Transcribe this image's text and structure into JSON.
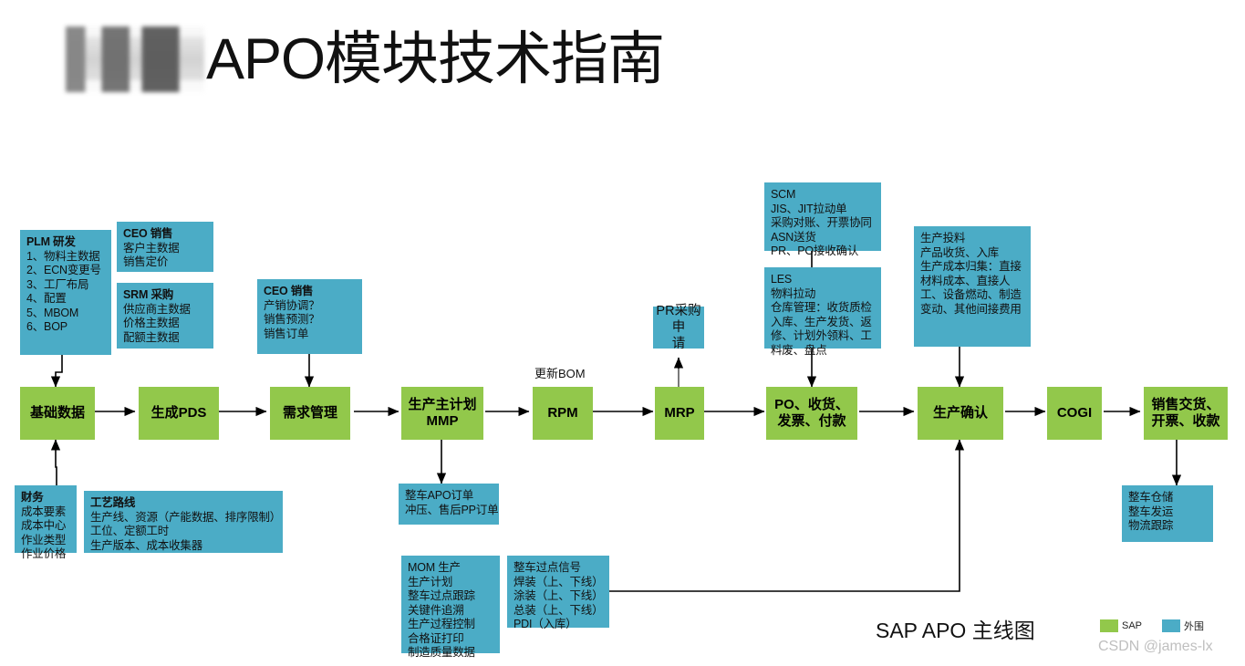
{
  "title": {
    "redacted_prefix": "",
    "text": "APO模块技术指南"
  },
  "colors": {
    "sap_green": "#92C84B",
    "peripheral_blue": "#4BACC6",
    "connector": "#000000",
    "watermark": "#BFBFBF"
  },
  "info_boxes": {
    "plm": {
      "header": "PLM 研发",
      "lines": [
        "1、物料主数据",
        "2、ECN变更号",
        "3、工厂布局",
        "4、配置",
        "5、MBOM",
        "6、BOP"
      ]
    },
    "ceo_sales_left": {
      "header": "CEO 销售",
      "lines": [
        "客户主数据",
        "销售定价"
      ]
    },
    "srm": {
      "header": "SRM 采购",
      "lines": [
        "供应商主数据",
        "价格主数据",
        "配额主数据"
      ]
    },
    "ceo_sales_mid": {
      "header": "CEO 销售",
      "lines": [
        "产销协调？",
        "销售预测？",
        "销售订单"
      ]
    },
    "finance": {
      "header": "财务",
      "lines": [
        "成本要素",
        "成本中心",
        "作业类型",
        "作业价格"
      ]
    },
    "routing": {
      "header": "工艺路线",
      "lines": [
        "生产线、资源（产能数据、排序限制）",
        "工位、定额工时",
        "生产版本、成本收集器"
      ]
    },
    "vehicle_order": {
      "header": "",
      "lines": [
        "整车APO订单",
        "冲压、售后PP订单"
      ]
    },
    "scm": {
      "header": "",
      "lines": [
        "SCM",
        "JIS、JIT拉动单",
        "采购对账、开票协同",
        "ASN送货",
        "PR、PO接收确认"
      ]
    },
    "les": {
      "header": "",
      "lines": [
        "LES",
        "物料拉动",
        "仓库管理：收货质检",
        "入库、生产发货、返",
        "修、计划外领料、工",
        "料废、盘点"
      ]
    },
    "production_input": {
      "header": "",
      "lines": [
        "生产投料",
        "产品收货、入库",
        "生产成本归集：直接",
        "材料成本、直接人",
        "工、设备燃动、制造",
        "变动、其他间接费用"
      ]
    },
    "mom": {
      "header": "",
      "lines": [
        "MOM 生产",
        "生产计划",
        "整车过点跟踪",
        "关键件追溯",
        "生产过程控制",
        "合格证打印",
        "制造质量数据"
      ]
    },
    "vehicle_signal": {
      "header": "",
      "lines": [
        "整车过点信号",
        "焊装（上、下线）",
        "涂装（上、下线）",
        "总装（上、下线）",
        "PDI（入库）"
      ]
    },
    "vehicle_storage": {
      "header": "",
      "lines": [
        "整车仓储",
        "整车发运",
        "物流跟踪"
      ]
    }
  },
  "process_nodes": [
    {
      "id": "base-data",
      "label": "基础数据"
    },
    {
      "id": "generate-pds",
      "label": "生成PDS"
    },
    {
      "id": "demand-mgmt",
      "label": "需求管理"
    },
    {
      "id": "mmp",
      "label": "生产主计划\nMMP"
    },
    {
      "id": "rpm",
      "label": "RPM"
    },
    {
      "id": "mrp",
      "label": "MRP"
    },
    {
      "id": "po",
      "label": "PO、收货、\n发票、付款"
    },
    {
      "id": "prod-confirm",
      "label": "生产确认"
    },
    {
      "id": "cogi",
      "label": "COGI"
    },
    {
      "id": "sales-delivery",
      "label": "销售交货、\n开票、收款"
    }
  ],
  "standalone_nodes": {
    "pr_request": "PR采购申\n请"
  },
  "floating_labels": {
    "update_bom": "更新BOM"
  },
  "footer": {
    "title": "SAP APO 主线图",
    "legend": [
      {
        "label": "SAP",
        "color": "#92C84B"
      },
      {
        "label": "外围",
        "color": "#4BACC6"
      }
    ],
    "watermark": "CSDN @james-lx"
  }
}
